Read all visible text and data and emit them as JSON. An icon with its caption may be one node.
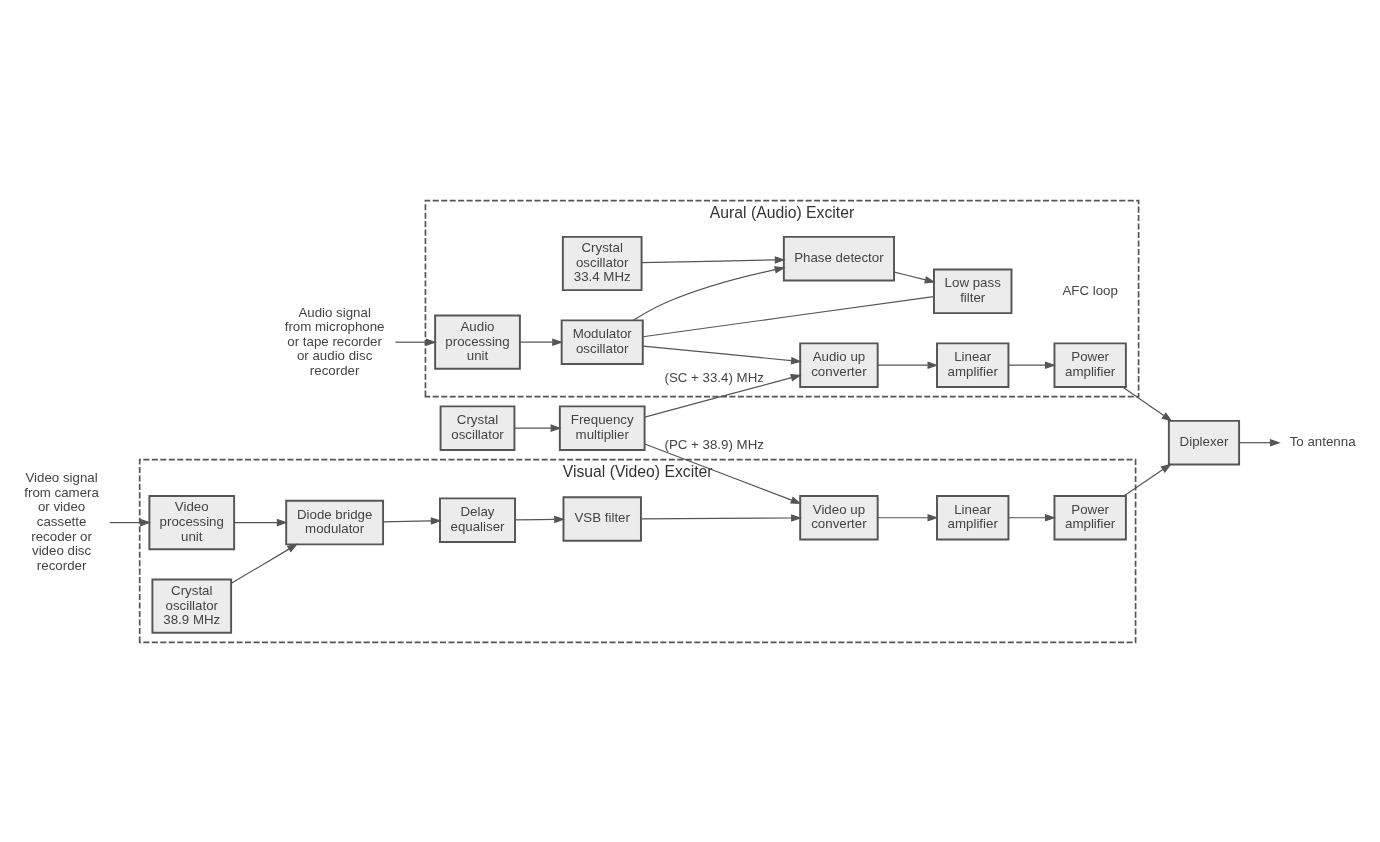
{
  "diagram": {
    "nodes": [
      {
        "text": [
          "Visual (Video) Exciter"
        ]
      },
      {
        "text": [
          "Video processing unit"
        ],
        "in": 0
      },
      {
        "text": [
          "Diode bridge modulator"
        ],
        "in": 0
      },
      {
        "text": [
          "Delay equaliser"
        ],
        "in": 0
      },
      {
        "text": [
          "VSB filter"
        ],
        "in": 0
      },
      {
        "text": [
          "Video up converter"
        ],
        "in": 0
      },
      {
        "text": [
          "Linear amplifier"
        ],
        "in": 0
      },
      {
        "text": [
          "Power amplifier"
        ],
        "in": 0
      },
      {
        "text": [
          "Crystal oscillator 38.9 MHz"
        ],
        "in": 0
      },
      {
        "text": [
          "Video signal from camera or video cassette recoder or video disc recorder"
        ]
      },
      {
        "text": [
          "Crystal oscillator"
        ]
      },
      {
        "text": [
          "Frequency multiplier"
        ]
      },
      {
        "text": [
          "Diplexer"
        ]
      },
      {
        "text": [
          "To antenna"
        ]
      },
      {
        "text": [
          "Aural (Audio) Exciter"
        ]
      },
      {
        "text": [
          "Audio processing unit"
        ],
        "in": 14
      },
      {
        "text": [
          "Modulator oscillator"
        ],
        "in": 14
      },
      {
        "text": [
          "Audio up converter"
        ],
        "in": 14
      },
      {
        "text": [
          "Linear amplifier"
        ],
        "in": 14
      },
      {
        "text": [
          "Power amplifier"
        ],
        "in": 14
      },
      {
        "text": [
          "Low pass filter"
        ],
        "in": 14
      },
      {
        "text": [
          "Phase detector"
        ],
        "in": 14
      },
      {
        "text": [
          "Crystal oscillator 33.4 MHz"
        ],
        "in": 14
      },
      {
        "text": [
          "Audio signal from microphone or tape recorder or audio disc recorder"
        ]
      }
    ],
    "edges": [
      {
        "from": 9,
        "to": 1,
        "arrow": "to"
      },
      {
        "from": 1,
        "to": 2,
        "arrow": "to"
      },
      {
        "from": 2,
        "to": 3,
        "arrow": "to"
      },
      {
        "from": 3,
        "to": 4,
        "arrow": "to"
      },
      {
        "from": 4,
        "to": 5,
        "arrow": "to"
      },
      {
        "from": 5,
        "to": 6,
        "arrow": "to"
      },
      {
        "from": 6,
        "to": 7,
        "arrow": "to"
      },
      {
        "from": 8,
        "to": 2,
        "arrow": "to"
      },
      {
        "from": 11,
        "to": 5,
        "arrow": "to",
        "label": "(PC + 38.9) MHz"
      },
      {
        "from": 10,
        "to": 11,
        "arrow": "to"
      },
      {
        "from": 11,
        "to": 17,
        "arrow": "to",
        "label": "(SC + 33.4) MHz"
      },
      {
        "from": 7,
        "to": 12,
        "arrow": "to"
      },
      {
        "from": 19,
        "to": 12,
        "arrow": "to"
      },
      {
        "from": 12,
        "to": 13,
        "arrow": "to"
      },
      {
        "from": 23,
        "to": 15,
        "arrow": "to"
      },
      {
        "from": 15,
        "to": 16,
        "arrow": "to"
      },
      {
        "from": 16,
        "to": 17,
        "arrow": "to"
      },
      {
        "from": 17,
        "to": 18,
        "arrow": "to"
      },
      {
        "from": 18,
        "to": 19,
        "arrow": "to"
      },
      {
        "from": 16,
        "to": 21,
        "arrow": "to"
      },
      {
        "from": 22,
        "to": 21,
        "arrow": "to"
      },
      {
        "from": 21,
        "to": 20,
        "arrow": "to"
      },
      {
        "from": 20,
        "to": 16,
        "arrow": "none"
      }
    ],
    "labels": [
      "AFC loop"
    ]
  }
}
